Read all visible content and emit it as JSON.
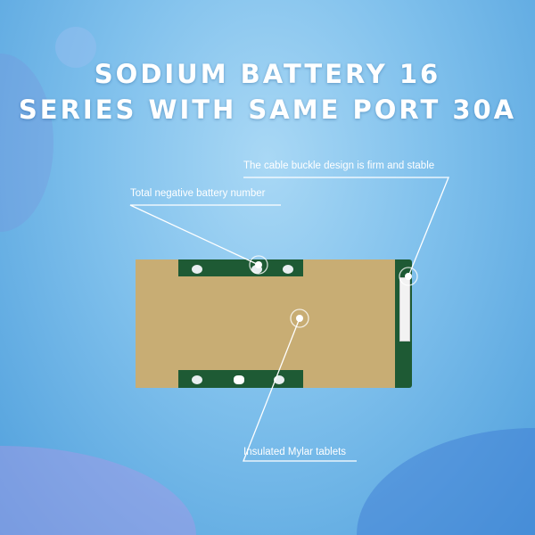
{
  "title": {
    "line1": "SODIUM BATTERY 16",
    "line2": "SERIES WITH SAME PORT 30A"
  },
  "callouts": {
    "cable_buckle": "The cable buckle design is firm and stable",
    "total_negative": "Total negative battery number",
    "mylar": "Insulated Mylar tablets"
  },
  "colors": {
    "pcb_green": "#1e5a34",
    "mylar_tan": "#c8ad74",
    "background": "#7fc0ec"
  }
}
